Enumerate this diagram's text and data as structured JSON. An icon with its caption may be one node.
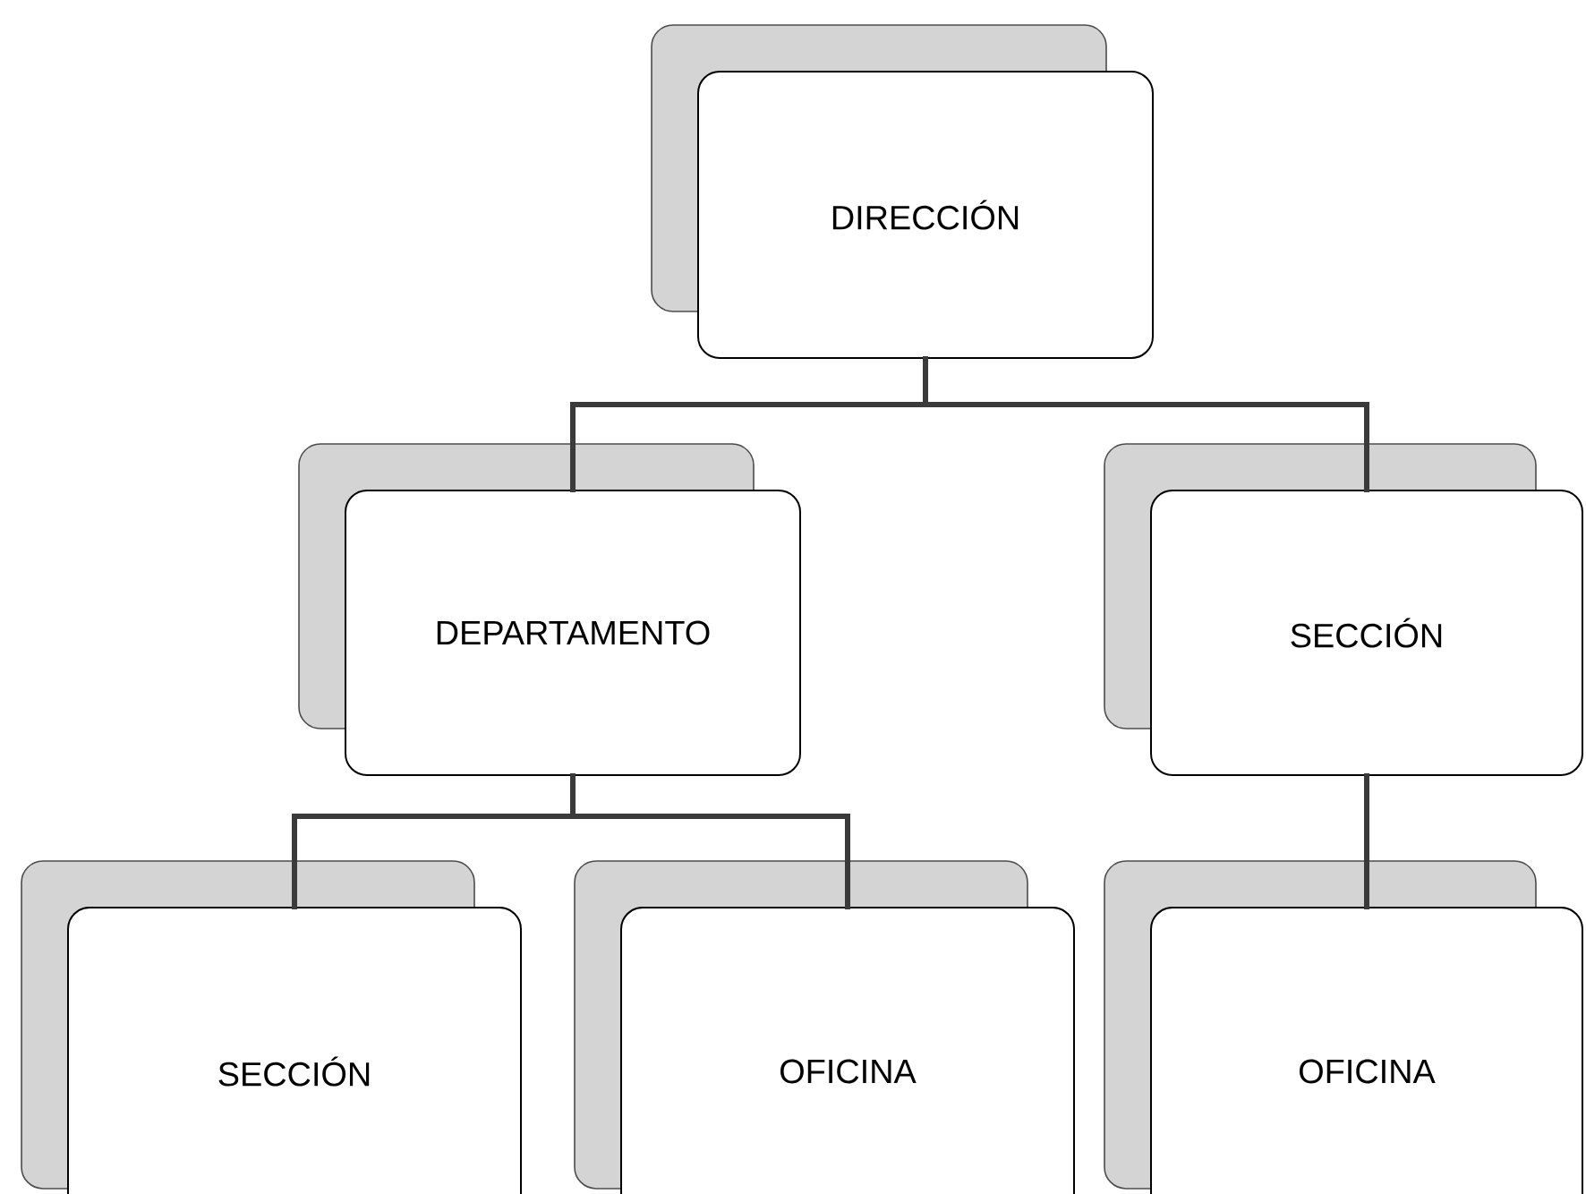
{
  "diagram": {
    "nodes": [
      {
        "text": [
          "DIRECCIÓN"
        ]
      },
      {
        "text": [
          "DEPARTAMENTO"
        ]
      },
      {
        "text": [
          "SECCIÓN"
        ]
      },
      {
        "text": [
          "SECCIÓN"
        ]
      },
      {
        "text": [
          "OFICINA"
        ]
      },
      {
        "text": [
          "OFICINA"
        ]
      }
    ],
    "edges": [
      {
        "from": 0,
        "to": 1,
        "arrow": "none"
      },
      {
        "from": 0,
        "to": 2,
        "arrow": "none"
      },
      {
        "from": 1,
        "to": 3,
        "arrow": "none"
      },
      {
        "from": 1,
        "to": 4,
        "arrow": "none"
      },
      {
        "from": 2,
        "to": 5,
        "arrow": "none"
      }
    ]
  }
}
